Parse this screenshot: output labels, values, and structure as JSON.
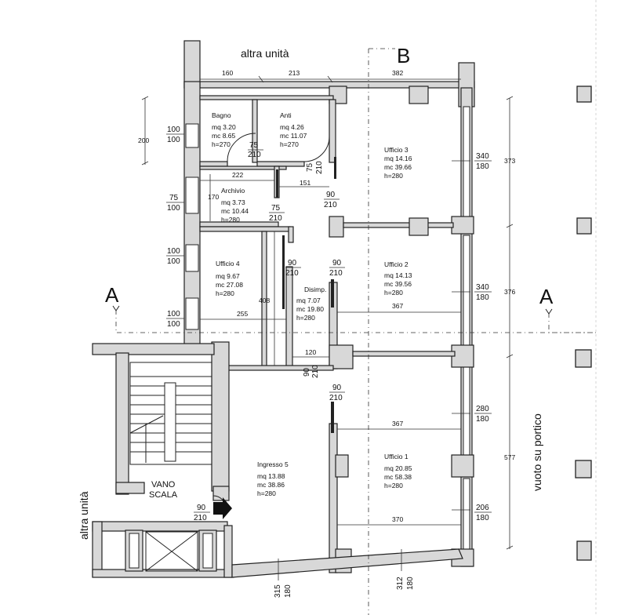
{
  "labels": {
    "altra_unita_top": "altra unità",
    "altra_unita_left": "altra unità",
    "vuoto_su_portico": "vuoto su portico",
    "vano": "VANO",
    "scala": "SCALA",
    "section_a": "A",
    "section_b": "B"
  },
  "rooms": {
    "bagno": {
      "name": "Bagno",
      "mq": "mq 3.20",
      "mc": "mc 8.65",
      "h": "h=270"
    },
    "anti": {
      "name": "Anti",
      "mq": "mq 4.26",
      "mc": "mc 11.07",
      "h": "h=270"
    },
    "archivio": {
      "name": "Archivio",
      "mq": "mq 3.73",
      "mc": "mc 10.44",
      "h": "h=280"
    },
    "ufficio3": {
      "name": "Ufficio 3",
      "mq": "mq 14.16",
      "mc": "mc 39.66",
      "h": "h=280"
    },
    "ufficio4": {
      "name": "Ufficio 4",
      "mq": "mq 9.67",
      "mc": "mc 27.08",
      "h": "h=280"
    },
    "disimp": {
      "name": "Disimp.",
      "mq": "mq 7.07",
      "mc": "mc 19.80",
      "h": "h=280"
    },
    "ufficio2": {
      "name": "Ufficio 2",
      "mq": "mq 14.13",
      "mc": "mc 39.56",
      "h": "h=280"
    },
    "ingresso5": {
      "name": "Ingresso 5",
      "mq": "mq 13.88",
      "mc": "mc 38.86",
      "h": "h=280"
    },
    "ufficio1": {
      "name": "Ufficio 1",
      "mq": "mq 20.85",
      "mc": "mc 58.38",
      "h": "h=280"
    }
  },
  "dimensions": {
    "top_160": "160",
    "top_213": "213",
    "top_382": "382",
    "d200": "200",
    "d222": "222",
    "d170": "170",
    "d151": "151",
    "d408": "408",
    "d255": "255",
    "d120": "120",
    "d367a": "367",
    "d367b": "367",
    "d370": "370",
    "d373": "373",
    "d376": "376",
    "d577": "577"
  },
  "openings": {
    "w100a_top": "100",
    "w100a_bot": "100",
    "w75_top": "75",
    "w75_bot": "100",
    "w100b_top": "100",
    "w100b_bot": "100",
    "w100c_top": "100",
    "w100c_bot": "100",
    "d75a_top": "75",
    "d75a_bot": "210",
    "d75b_top": "75",
    "d75b_bot": "210",
    "d75c_top": "75",
    "d75c_bot": "210",
    "d90a_top": "90",
    "d90a_bot": "210",
    "d90b_top": "90",
    "d90b_bot": "210",
    "d90c_top": "90",
    "d90c_bot": "210",
    "d90d_top": "90",
    "d90d_bot": "210",
    "d90e_top": "90",
    "d90e_bot": "210",
    "d90f_top": "90",
    "d90f_bot": "210",
    "r340a_top": "340",
    "r340a_bot": "180",
    "r340b_top": "340",
    "r340b_bot": "180",
    "r280_top": "280",
    "r280_bot": "180",
    "r206_top": "206",
    "r206_bot": "180",
    "b315_top": "315",
    "b315_bot": "180",
    "b312_top": "312",
    "b312_bot": "180"
  }
}
